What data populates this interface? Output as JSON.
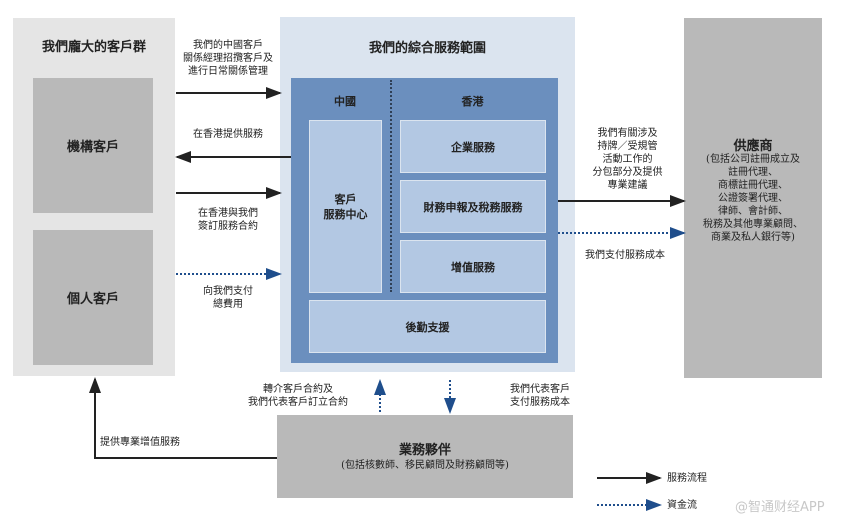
{
  "clients": {
    "title": "我們龐大的客戶群",
    "institutional": "機構客戶",
    "individual": "個人客戶"
  },
  "flows_left": {
    "f1": [
      "我們的中國客戶",
      "關係經理招攬客戶及",
      "進行日常關係管理"
    ],
    "f2": "在香港提供服務",
    "f3": [
      "在香港與我們",
      "簽訂服務合約"
    ],
    "f4": [
      "向我們支付",
      "總費用"
    ]
  },
  "services": {
    "title": "我們的綜合服務範圍",
    "china": "中國",
    "hongkong": "香港",
    "customer_center": [
      "客戶",
      "服務中心"
    ],
    "corporate": "企業服務",
    "tax": "財務申報及稅務服務",
    "value_added": "增值服務",
    "logistics": "後勤支援"
  },
  "flows_right": {
    "f1": [
      "我們有關涉及",
      "持牌／受規管",
      "活動工作的",
      "分包部分及提供",
      "專業建議"
    ],
    "f2": "我們支付服務成本"
  },
  "supplier": {
    "title": "供應商",
    "details": [
      "(包括公司註冊成立及",
      "註冊代理、",
      "商標註冊代理、",
      "公證簽署代理、",
      "律師、會計師、",
      "稅務及其他專業顧問、",
      "商業及私人銀行等)"
    ]
  },
  "flows_bottom": {
    "referral": [
      "轉介客戶合約及",
      "我們代表客戶訂立合約"
    ],
    "pay_on_behalf": [
      "我們代表客戶",
      "支付服務成本"
    ],
    "value_added": "提供專業增值服務"
  },
  "partner": {
    "title": "業務夥伴",
    "details": "(包括核數師、移民顧問及財務顧問等)"
  },
  "legend": {
    "service_flow": "服務流程",
    "fund_flow": "資金流"
  },
  "watermark": "@智通财经APP",
  "colors": {
    "solid_arrow": "#222222",
    "dotted_arrow": "#1f4e8c",
    "blue": "#6b8fbe",
    "blue_light": "#b3c8e3"
  }
}
